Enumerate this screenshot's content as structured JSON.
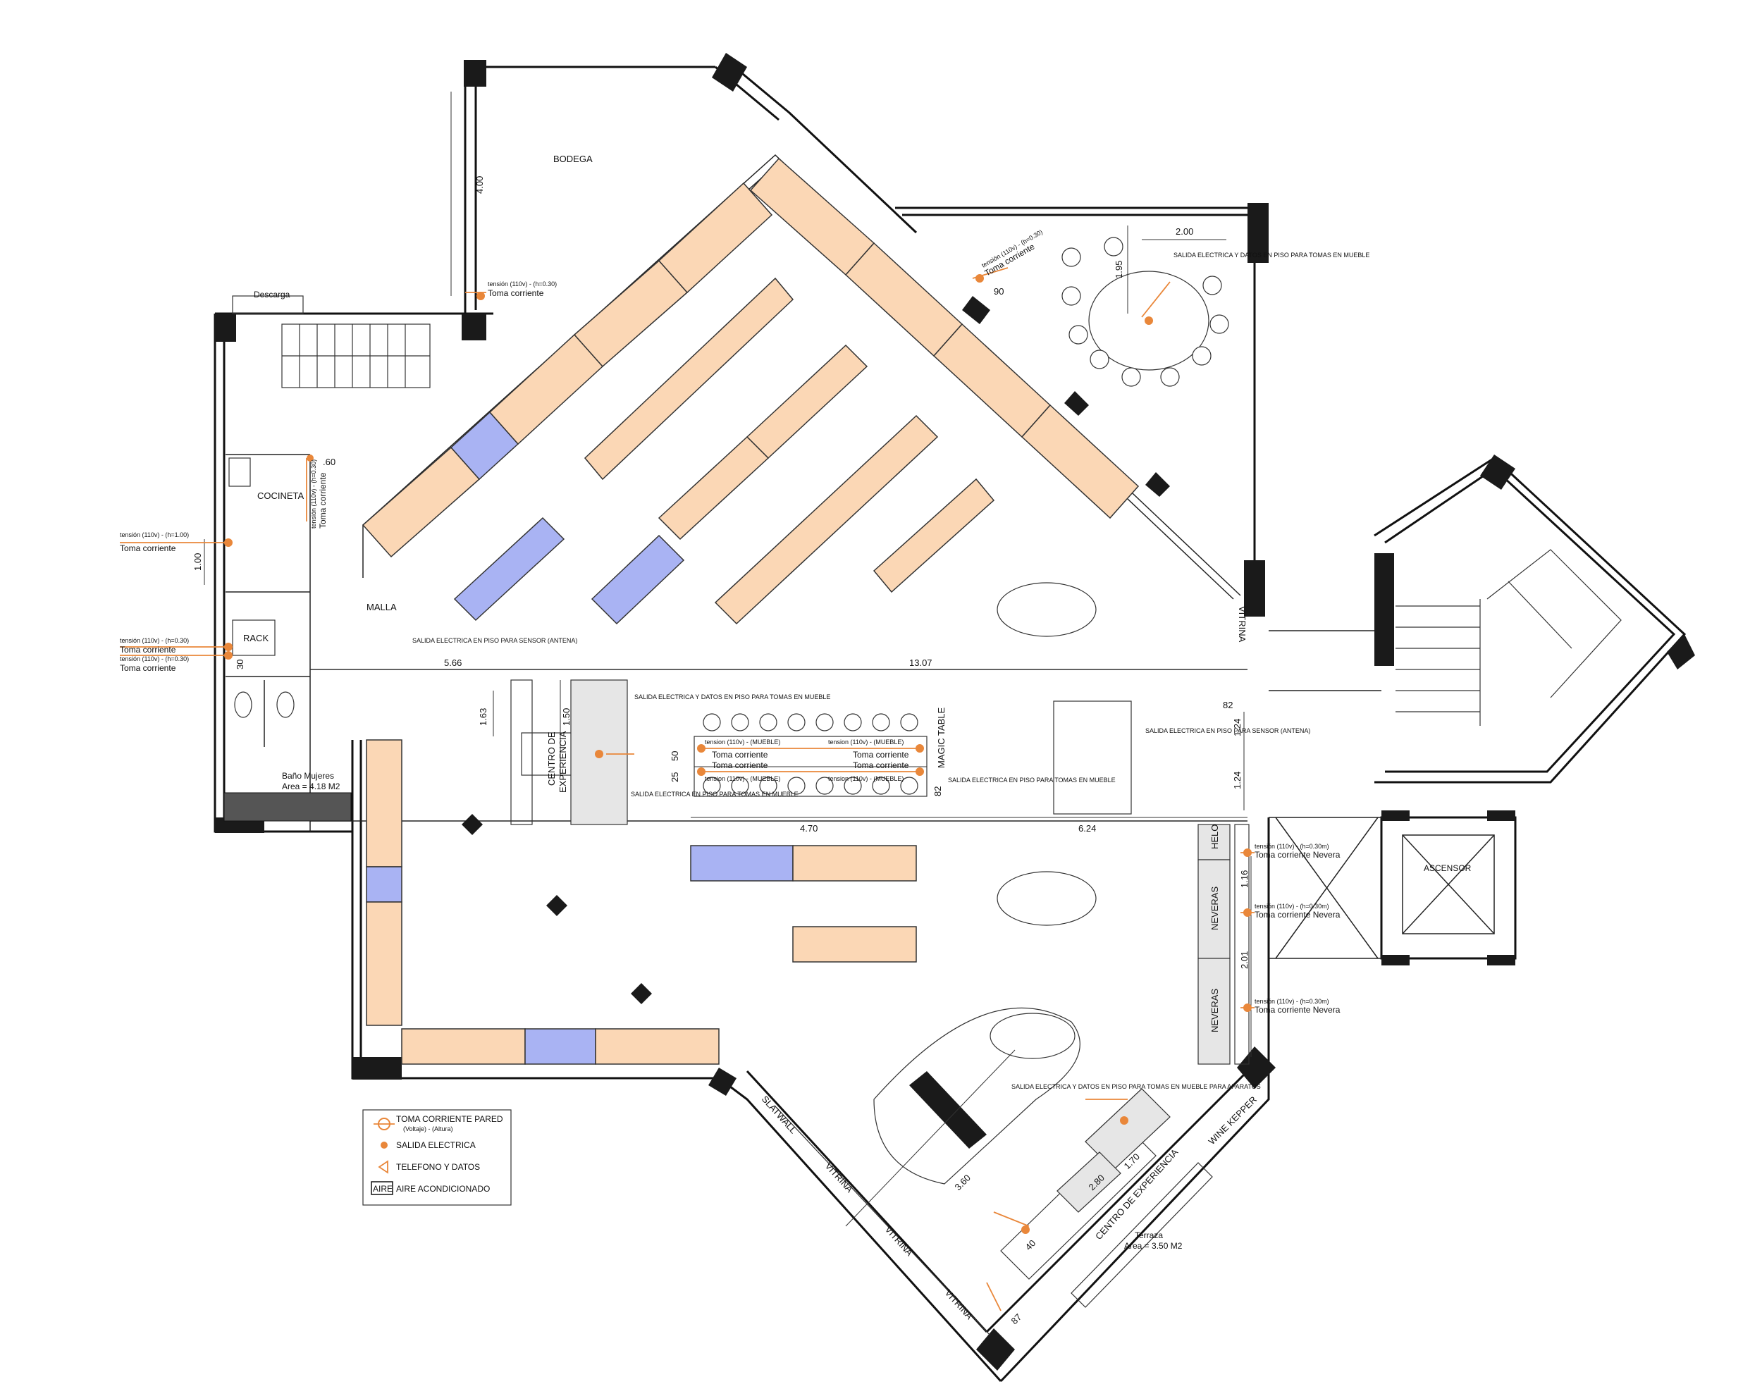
{
  "rooms": {
    "bodega": "BODEGA",
    "cocineta": "COCINETA",
    "rack": "RACK",
    "descarga": "Descarga",
    "malla": "MALLA",
    "bano_title": "Baño Mujeres",
    "bano_area": "Area = 4.18 M2",
    "ascensor": "ASCENSOR",
    "terraza_title": "Terraza",
    "terraza_area": "Area = 3.50 M2",
    "vitrina": "VITRINA",
    "slatwall": "SLATWALL",
    "helo": "HELO",
    "neveras": "NEVERAS",
    "wine_kepper": "WINE KEPPER",
    "magic_table": "MAGIC TABLE",
    "centro_line1": "CENTRO DE",
    "centro_line2": "EXPERIENCIA",
    "centro_de": "CENTRO DE EXPERIENCIA"
  },
  "dimensions": {
    "d_4_00": "4.00",
    "d_2_00": "2.00",
    "d_1_95": "1.95",
    "d_90": "90",
    "d_60": ".60",
    "d_1_00": "1.00",
    "d_30": "30",
    "d_5_66": "5.66",
    "d_13_07": "13.07",
    "d_1_63": "1.63",
    "d_1_50": "1.50",
    "d_50": "50",
    "d_25": "25",
    "d_82a": "82",
    "d_82b": "82",
    "d_1_24a": "1.24",
    "d_1_24b": "1.24",
    "d_4_70": "4.70",
    "d_6_24": "6.24",
    "d_1_16": "1.16",
    "d_2_01": "2.01",
    "d_3_60": "3.60",
    "d_1_70": "1.70",
    "d_2_80": "2.80",
    "d_40": "40",
    "d_87": "87"
  },
  "outlets": {
    "tension_030": "tensión (110v) - (h=0.30)",
    "tension_100": "tensión (110v) - (h=1.00)",
    "toma": "Toma corriente",
    "toma_nevera": "Toma corriente Nevera",
    "tension_nev": "tensión (110v) - (h=0.30m)",
    "tension_mueble": "tension (110v) - (MUEBLE)",
    "salida_sensor": "SALIDA ELECTRICA EN PISO PARA SENSOR (ANTENA)",
    "salida_datos": "SALIDA ELECTRICA Y DATOS EN PISO PARA TOMAS EN MUEBLE",
    "salida_mueble": "SALIDA ELECTRICA EN PISO PARA TOMAS EN MUEBLE",
    "salida_aparatos": "SALIDA ELECTRICA Y DATOS EN PISO PARA TOMAS EN MUEBLE PARA APARATOS"
  },
  "legend": {
    "item1": "TOMA CORRIENTE PARED",
    "item1_sub": "(Voltaje) - (Altura)",
    "item2": "SALIDA ELECTRICA",
    "item3": "TELEFONO Y DATOS",
    "aire_tag": "AIRE",
    "item4": "AIRE ACONDICIONADO"
  },
  "colors": {
    "furniture_peach": "#fbd7b5",
    "furniture_blue": "#a9b3f3",
    "outlet_orange": "#e9873a",
    "column_black": "#1a1a1a"
  }
}
